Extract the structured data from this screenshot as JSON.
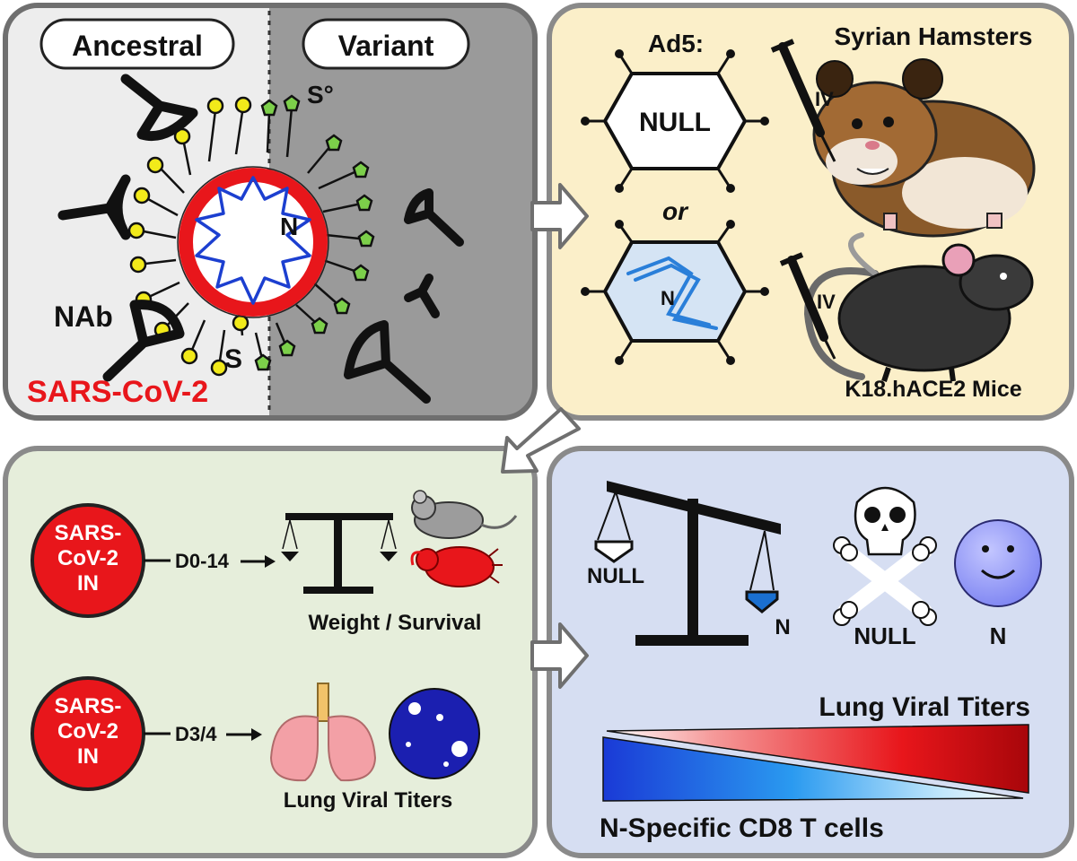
{
  "panel1": {
    "ancestral_label": "Ancestral",
    "variant_label": "Variant",
    "spike_variant_label": "S°",
    "nucleocapsid_label": "N",
    "nab_label": "NAb",
    "spike_label": "S",
    "virus_label": "SARS-CoV-2",
    "colors": {
      "virus_red": "#e8161b",
      "spike_yellow": "#f2ea1a",
      "spike_variant_green": "#7ccf4a",
      "rna_blue": "#1c3fd0"
    }
  },
  "panel2": {
    "vector_label": "Ad5:",
    "null_label": "NULL",
    "or_label": "or",
    "n_label": "N",
    "hamsters_label": "Syrian Hamsters",
    "route_hamster": "IV",
    "route_mouse": "IV",
    "mice_label": "K18.hACE2 Mice",
    "colors": {
      "background": "#fbefc9"
    }
  },
  "panel3": {
    "challenge_1": [
      "SARS-",
      "CoV-2",
      "IN"
    ],
    "timepoint_1": "D0-14",
    "outcome_1": "Weight / Survival",
    "challenge_2": [
      "SARS-",
      "CoV-2",
      "IN"
    ],
    "timepoint_2": "D3/4",
    "outcome_2": "Lung Viral Titers",
    "colors": {
      "background": "#e6eedb"
    }
  },
  "panel4": {
    "scale_left_label": "NULL",
    "scale_right_label": "N",
    "skull_label": "NULL",
    "smiley_label": "N",
    "titers_label": "Lung Viral Titers",
    "cd8_label": "N-Specific CD8 T cells",
    "colors": {
      "background": "#d6def2"
    }
  }
}
